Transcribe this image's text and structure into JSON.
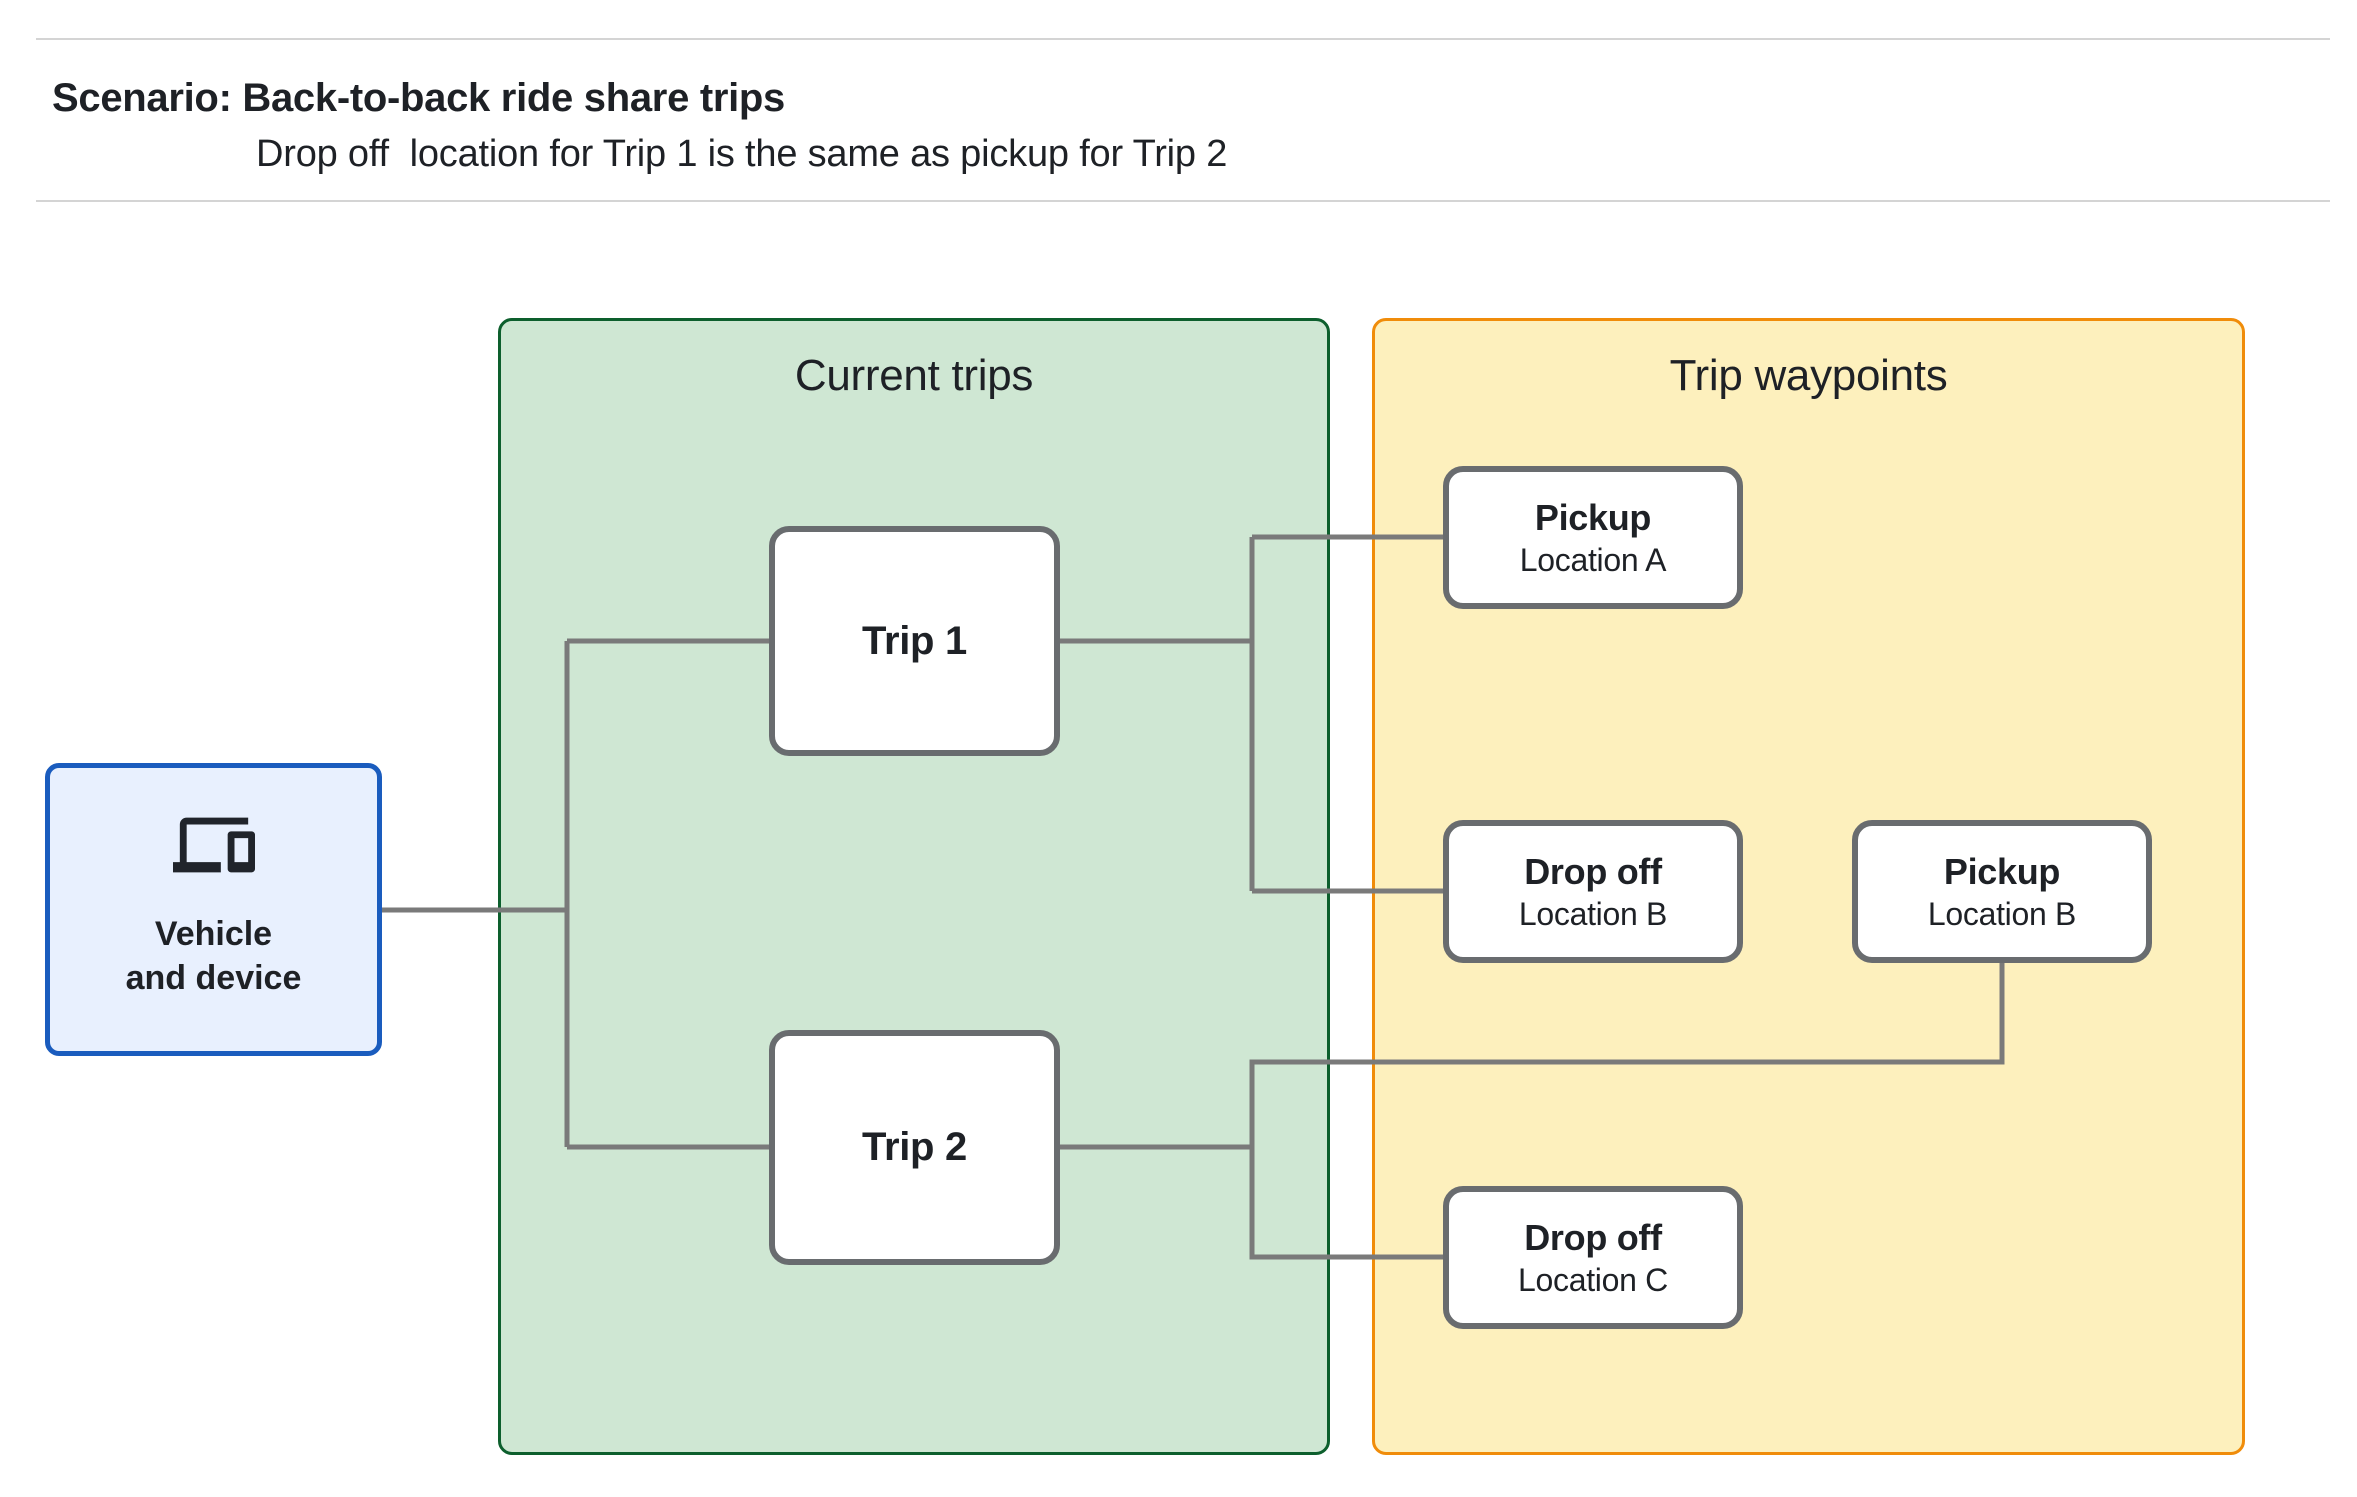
{
  "header": {
    "title": "Scenario: Back-to-back ride share trips",
    "subtitle": "Drop off  location for Trip 1 is the same as pickup for Trip 2"
  },
  "vehicle": {
    "icon": "devices-icon",
    "line1": "Vehicle",
    "line2": "and device"
  },
  "panels": {
    "current_trips": {
      "title": "Current trips"
    },
    "trip_waypoints": {
      "title": "Trip waypoints"
    }
  },
  "trips": [
    {
      "label": "Trip 1"
    },
    {
      "label": "Trip 2"
    }
  ],
  "waypoints": [
    {
      "title": "Pickup",
      "subtitle": "Location A"
    },
    {
      "title": "Drop off",
      "subtitle": "Location B"
    },
    {
      "title": "Pickup",
      "subtitle": "Location B"
    },
    {
      "title": "Drop off",
      "subtitle": "Location C"
    }
  ],
  "colors": {
    "text": "#1e2126",
    "rule": "#d4d4d4",
    "blue_fill": "#e8f0fe",
    "blue_border": "#1a5cbe",
    "green_fill": "#cfe7d3",
    "green_border": "#0d5f2d",
    "yellow_fill": "#fdf0bd",
    "yellow_border": "#f08c0a",
    "connector": "#7a7a7a",
    "node_border": "#696c6f"
  }
}
